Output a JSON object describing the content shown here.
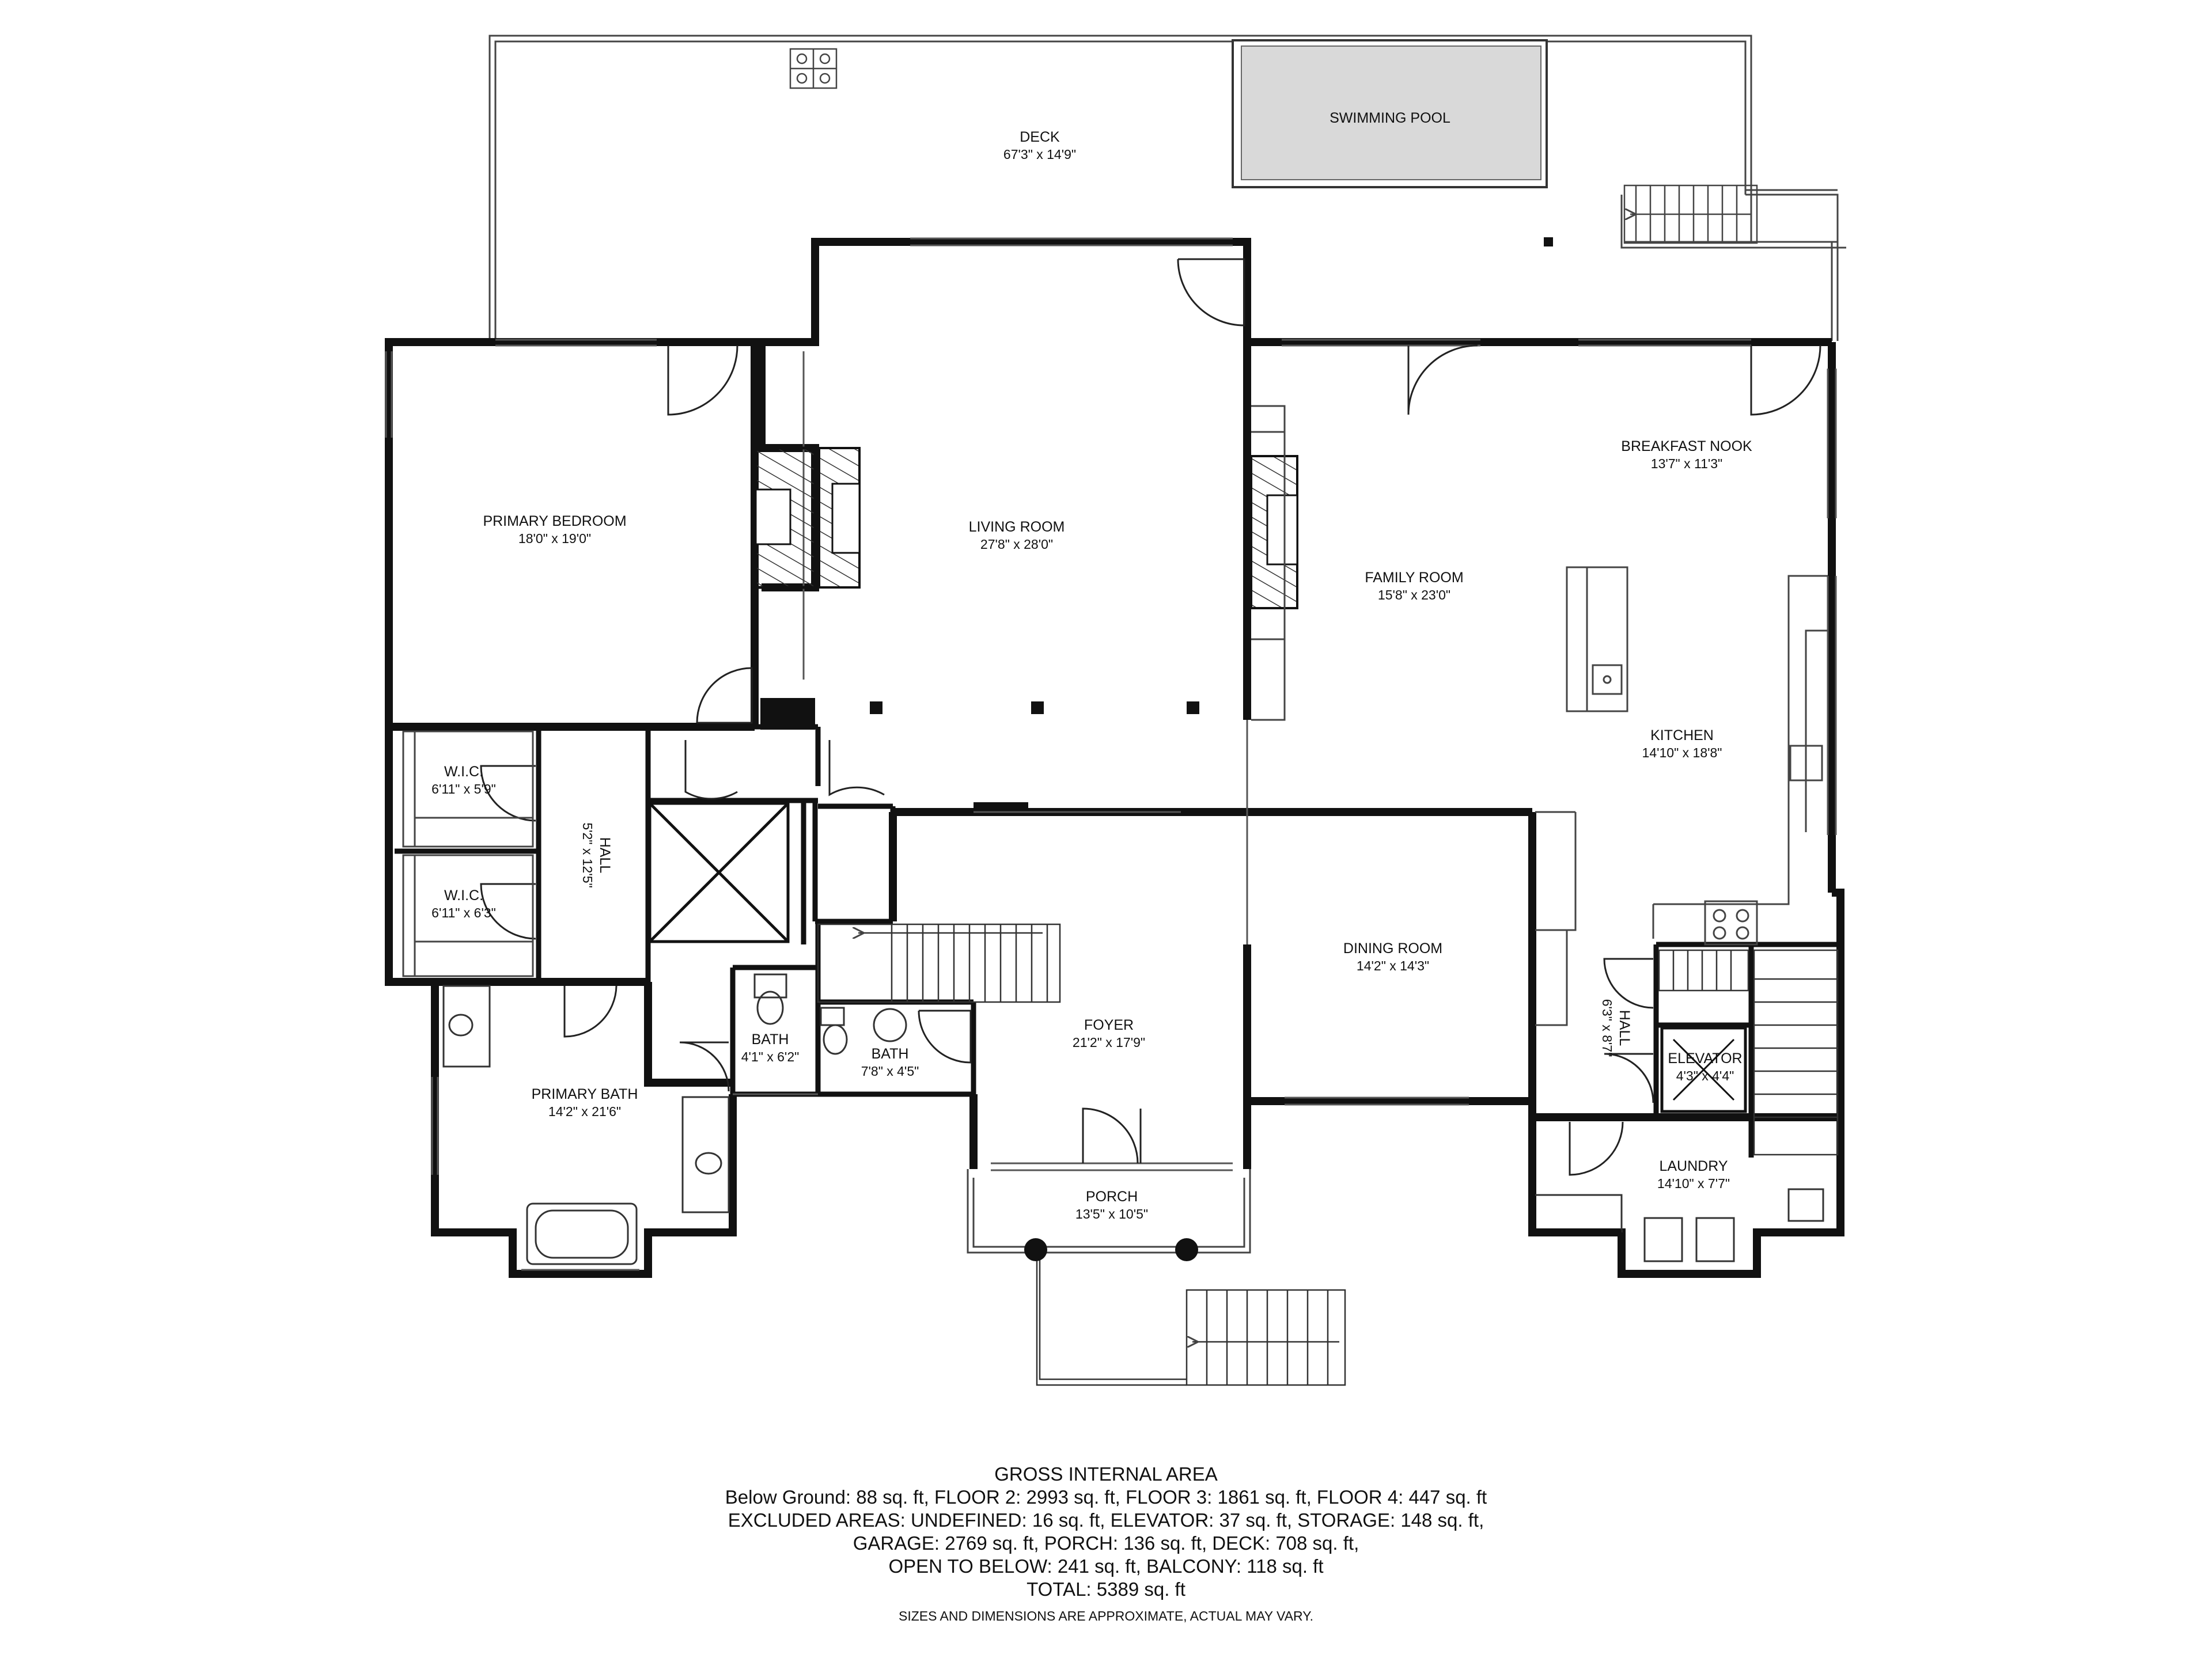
{
  "rooms": {
    "deck": {
      "name": "DECK",
      "dim": "67'3\" x 14'9\""
    },
    "pool": {
      "name": "SWIMMING POOL"
    },
    "primary_bedroom": {
      "name": "PRIMARY BEDROOM",
      "dim": "18'0\" x 19'0\""
    },
    "living_room": {
      "name": "LIVING ROOM",
      "dim": "27'8\" x 28'0\""
    },
    "family_room": {
      "name": "FAMILY ROOM",
      "dim": "15'8\" x 23'0\""
    },
    "breakfast_nook": {
      "name": "BREAKFAST NOOK",
      "dim": "13'7\" x 11'3\""
    },
    "kitchen": {
      "name": "KITCHEN",
      "dim": "14'10\" x 18'8\""
    },
    "wic1": {
      "name": "W.I.C.",
      "dim": "6'11\" x 5'9\""
    },
    "wic2": {
      "name": "W.I.C.",
      "dim": "6'11\" x 6'3\""
    },
    "hall1": {
      "name": "HALL",
      "dim": "5'2\" x 12'5\""
    },
    "dining_room": {
      "name": "DINING ROOM",
      "dim": "14'2\" x 14'3\""
    },
    "foyer": {
      "name": "FOYER",
      "dim": "21'2\" x 17'9\""
    },
    "bath1": {
      "name": "BATH",
      "dim": "4'1\" x 6'2\""
    },
    "bath2": {
      "name": "BATH",
      "dim": "7'8\" x 4'5\""
    },
    "primary_bath": {
      "name": "PRIMARY BATH",
      "dim": "14'2\" x 21'6\""
    },
    "porch": {
      "name": "PORCH",
      "dim": "13'5\" x 10'5\""
    },
    "hall2": {
      "name": "HALL",
      "dim": "6'3\" x 8'7\""
    },
    "elevator": {
      "name": "ELEVATOR",
      "dim": "4'3\" x 4'4\""
    },
    "laundry": {
      "name": "LAUNDRY",
      "dim": "14'10\" x 7'7\""
    }
  },
  "area_summary": {
    "title": "GROSS INTERNAL AREA",
    "line1": "Below Ground: 88 sq. ft, FLOOR 2: 2993 sq. ft, FLOOR 3: 1861 sq. ft, FLOOR 4: 447 sq. ft",
    "line2": "EXCLUDED AREAS: UNDEFINED: 16 sq. ft, ELEVATOR: 37 sq. ft, STORAGE: 148 sq. ft,",
    "line3": "GARAGE: 2769 sq. ft, PORCH: 136 sq. ft, DECK: 708 sq. ft,",
    "line4": "OPEN TO BELOW: 241 sq. ft, BALCONY: 118 sq. ft",
    "line5": "TOTAL: 5389 sq. ft",
    "disclaimer": "SIZES AND DIMENSIONS ARE APPROXIMATE, ACTUAL MAY VARY."
  },
  "colors": {
    "wall": "#111111",
    "line": "#555555",
    "pool": "#d9d9d9",
    "hatch": "#333333"
  }
}
